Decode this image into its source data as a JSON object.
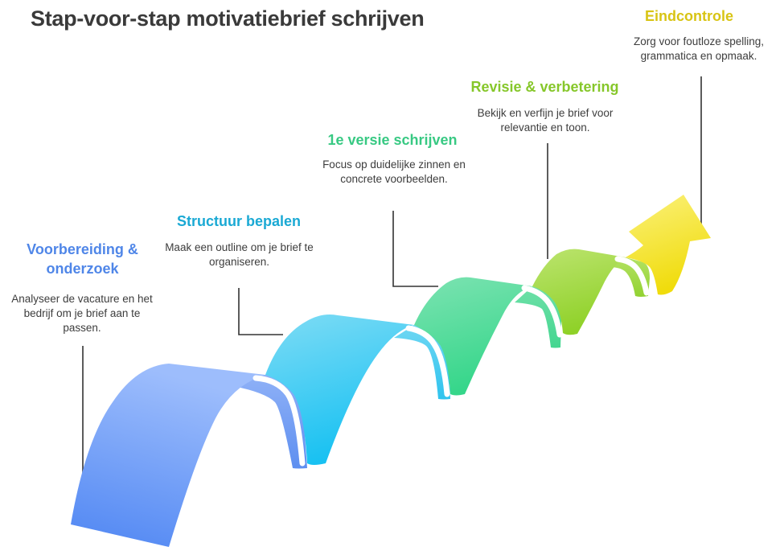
{
  "title": "Stap-voor-stap motivatiebrief schrijven",
  "steps": [
    {
      "title": "Voorbereiding & onderzoek",
      "description": "Analyseer de vacature en het bedrijf om je brief aan te passen.",
      "color": "#5b8ff0"
    },
    {
      "title": "Structuur bepalen",
      "description": "Maak een outline om je brief te organiseren.",
      "color": "#1fb3d8"
    },
    {
      "title": "1e versie schrijven",
      "description": "Focus op duidelijke zinnen en concrete voorbeelden.",
      "color": "#3dcf86"
    },
    {
      "title": "Revisie & verbetering",
      "description": "Bekijk en verfijn je brief voor relevantie en toon.",
      "color": "#8ccf2c"
    },
    {
      "title": "Eindcontrole",
      "description": "Zorg voor foutloze spelling, grammatica en opmaak.",
      "color": "#e0cc1a"
    }
  ]
}
